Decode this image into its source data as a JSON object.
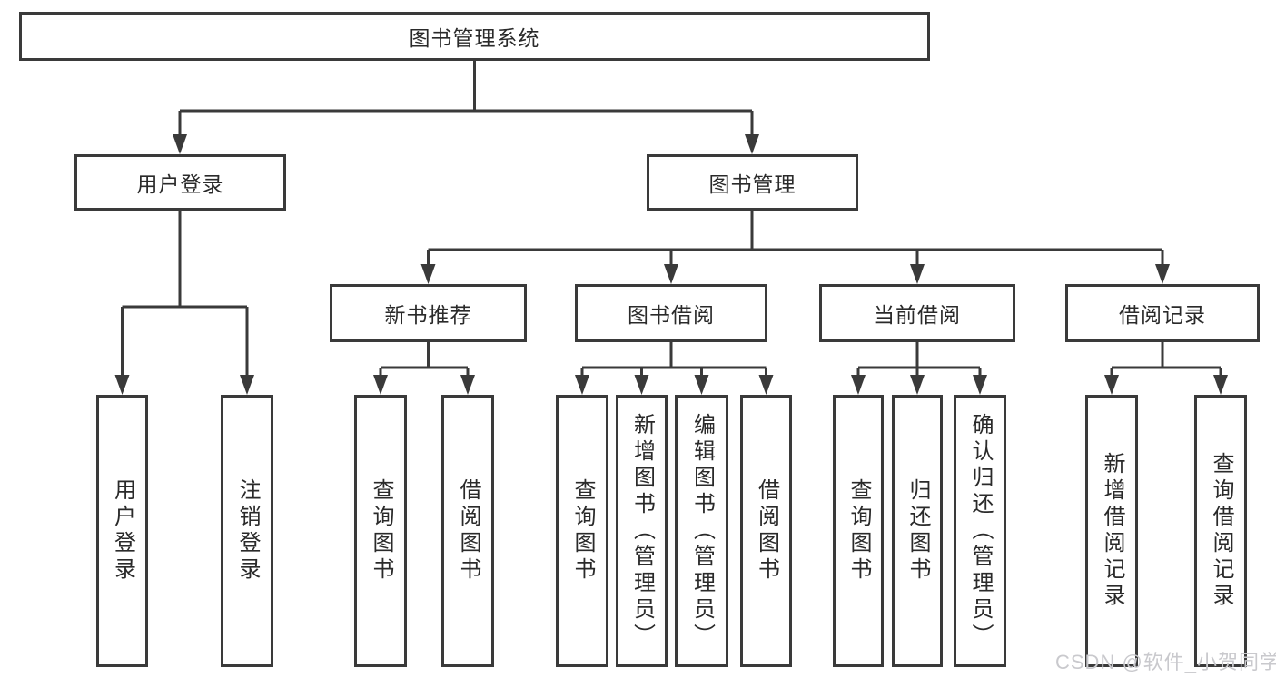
{
  "tree": {
    "root": {
      "label": "图书管理系统"
    },
    "branches": [
      {
        "label": "用户登录",
        "children": [
          {
            "label": "用户登录"
          },
          {
            "label": "注销登录"
          }
        ]
      },
      {
        "label": "图书管理",
        "children": [
          {
            "label": "新书推荐",
            "children": [
              {
                "label": "查询图书"
              },
              {
                "label": "借阅图书"
              }
            ]
          },
          {
            "label": "图书借阅",
            "children": [
              {
                "label": "查询图书"
              },
              {
                "label": "新增图书（管理员）"
              },
              {
                "label": "编辑图书（管理员）"
              },
              {
                "label": "借阅图书"
              }
            ]
          },
          {
            "label": "当前借阅",
            "children": [
              {
                "label": "查询图书"
              },
              {
                "label": "归还图书"
              },
              {
                "label": "确认归还（管理员）"
              }
            ]
          },
          {
            "label": "借阅记录",
            "children": [
              {
                "label": "新增借阅记录"
              },
              {
                "label": "查询借阅记录"
              }
            ]
          }
        ]
      }
    ]
  },
  "watermark": {
    "text": "CSDN @软件_小贺同学"
  },
  "colors": {
    "line": "#3a3a3a",
    "box_border": "#3a3a3a",
    "text": "#2a2a2a",
    "watermark": "#c9c9cd"
  }
}
